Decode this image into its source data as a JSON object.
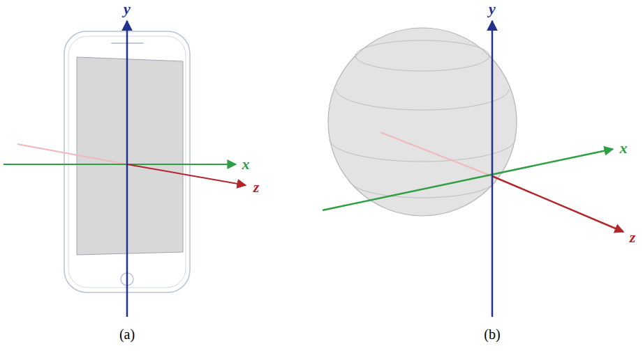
{
  "diagram": {
    "labels": [
      "y",
      "x",
      "z",
      "(a)",
      "y",
      "x",
      "z",
      "(b)"
    ]
  }
}
